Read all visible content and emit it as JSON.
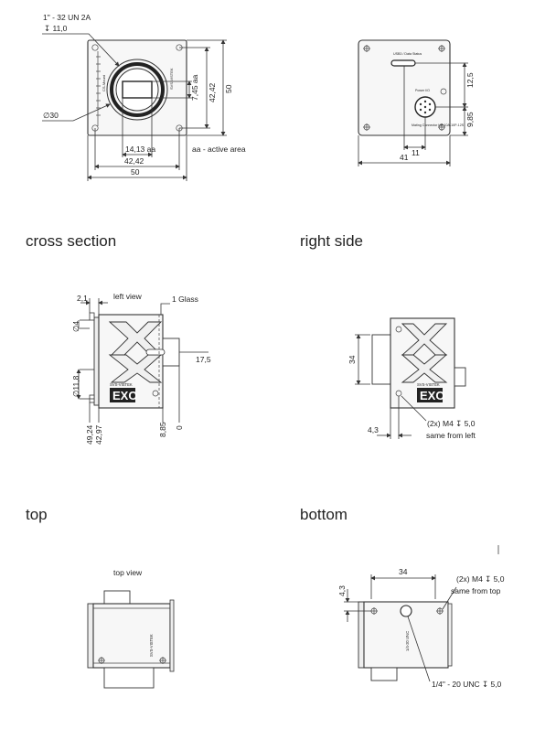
{
  "headings": {
    "cross_section": "cross section",
    "right_side": "right side",
    "top": "top",
    "bottom": "bottom"
  },
  "front_view": {
    "thread": "1\" - 32 UN 2A",
    "thread_depth": "↧ 11,0",
    "diameter": "∅30",
    "active_h": "7,45 aa",
    "inner_h": "42,42",
    "outer_h": "50",
    "active_w": "14,13 aa",
    "inner_w": "42,42",
    "outer_w": "50",
    "legend": "aa - active area",
    "scale_label": "CS-Mount",
    "side_label": "SVS-VISTEK"
  },
  "rear_view": {
    "usb_label": "USB3 / Data Status",
    "power_label": "Power I/O",
    "mating_label": "Mating Connector HR 10A-10P-12S",
    "dim_125": "12,5",
    "dim_985": "9,85",
    "dim_11": "11",
    "dim_41": "41"
  },
  "cross_section": {
    "title": "left view",
    "dim_21": "2,1",
    "glass": "1 Glass",
    "dim_4": "∅4",
    "dim_175": "17,5",
    "dim_118": "∅11,8",
    "dim_4924": "49,24",
    "dim_4297": "42,97",
    "dim_885": "8,85",
    "dim_0": "0",
    "brand": "SVS-VISTEK",
    "logo": "EXO"
  },
  "right_side": {
    "dim_34": "34",
    "dim_43": "4,3",
    "note_line1": "(2x) M4 ↧ 5,0",
    "note_line2": "same from left",
    "brand": "SVS-VISTEK",
    "logo": "EXO"
  },
  "top_view": {
    "title": "top view",
    "label": "SVS-VISTEK"
  },
  "bottom_view": {
    "dim_34": "34",
    "dim_43": "4,3",
    "note_line1": "(2x) M4 ↧ 5,0",
    "note_line2": "same from top",
    "tripod": "1/4\" - 20 UNC ↧ 5,0",
    "label": "1/4-20 UNC"
  }
}
